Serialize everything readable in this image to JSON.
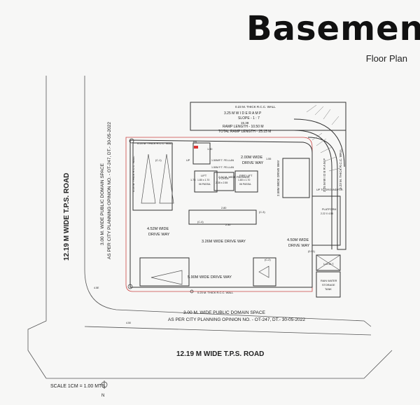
{
  "header": {
    "title": "Basement",
    "subtitle": "Floor Plan"
  },
  "roads": {
    "left": "12.19 M  WIDE T.P.S.  ROAD",
    "bottom": "12.19 M  WIDE  T.P.S.  ROAD"
  },
  "public_space": {
    "left_line1": "3.00 M.  WIDE  PUBLIC DOMAIN SPACE",
    "left_line2": "AS PER CITY PLANNING OPINION NO. - OT-247, DT.- 30-05-2022",
    "bottom_line1": "3.00 M.  WIDE  PUBLIC DOMAIN SPACE",
    "bottom_line2": "AS PER CITY PLANNING OPINION NO. - OT-247, DT.- 30-05-2022"
  },
  "ramp": {
    "wall_top": "0.23 M. THICK R.C.C. WALL",
    "ramp_label": "3.25 M  W I D E   R A M P",
    "slope": "SLOPE - 1 : 7",
    "dim": "15.38",
    "ramp_length": "RAMP LENGTH - 10.50 M",
    "total_ramp_length": "TOTAL RAMP LENGTH - 25.15 M",
    "right_ramp": "3.25 M  W I D E  R A M P",
    "right_wall": "0.23 M. THICK R.C.C. WALL"
  },
  "interior": {
    "wall_left": "0.23 M. THICK R.C.C. WALL",
    "wall_top": "0.23 M. THICK R.C.C. WALL",
    "wall_bottom": "0.23 M. THICK R.C.C. WALL",
    "passage": "2.64 M. WIDE PASSAGE",
    "wide_2": "2.00M WIDE",
    "drive_2": "DRIVE WAY",
    "drive_258": "2.58M WIDE DRIVE WAY",
    "lift_a": "LIFT",
    "lift_a_dim": "1.80 x 1.70",
    "lift_a_sub": "06 PASSA.",
    "foyer": "FOYER",
    "foyer_dim": "2.35 x 2.55",
    "fire_lift": "FIRE LIFT",
    "fire_lift_dim": "1.80 x 1.70",
    "fire_lift_sub": "06 PASSA.",
    "wide_452": "4.52M WIDE",
    "drive_452": "DRIVE WAY",
    "drive_326": "3.26M WIDE DRIVE WAY",
    "wide_450": "4.50M WIDE",
    "drive_450": "DRIVE WAY",
    "drive_590": "5.90M WIDE DRIVE WAY",
    "up_ground": "UP TO GROUND FLR.",
    "platform": "PLATFORM",
    "platform_dim": "2.22 X 4.55",
    "ug_tank": "U.G.W.T.",
    "rain_1": "RAIN WATER",
    "rain_2": "STORAGE",
    "rain_3": "TANK",
    "fire_wall": "1.50M/F.T. FE.LLAN",
    "fire_wall_2": "1.50M F.T. FE.LLAN",
    "dim_178": "1.78",
    "dim_190": "1.90",
    "dim_155": "1.55",
    "dim_230": "2.30",
    "dim_280": "2.80",
    "dim_091": "(0.91)",
    "up_label": "UP",
    "car_tag": "(C-1)",
    "car_tag_2": "(C-2)",
    "car_tag_3": "(C-3)",
    "car_tag_4": "(C-4)",
    "fr_tag": "FR",
    "peg_a": "4.5E",
    "peg_b": "4.50"
  },
  "footer": {
    "scale": "SCALE 1CM = 1.00 MTS",
    "north": "N"
  }
}
